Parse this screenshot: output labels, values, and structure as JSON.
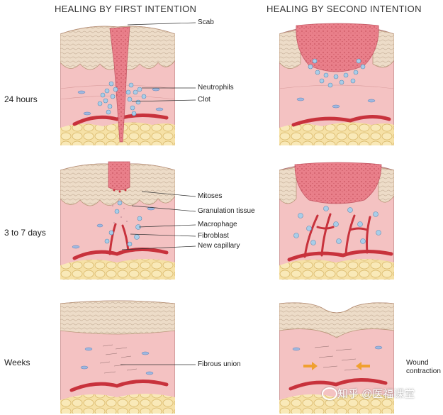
{
  "columns": {
    "first": "HEALING BY FIRST INTENTION",
    "second": "HEALING BY SECOND INTENTION"
  },
  "rows": [
    "24 hours",
    "3 to 7 days",
    "Weeks"
  ],
  "callouts": {
    "scab": "Scab",
    "neutrophils": "Neutrophils",
    "clot": "Clot",
    "mitoses": "Mitoses",
    "granulation_tissue": "Granulation tissue",
    "macrophage": "Macrophage",
    "fibroblast": "Fibroblast",
    "new_capillary": "New capillary",
    "fibrous_union": "Fibrous union",
    "wound_contraction": "Wound\ncontraction"
  },
  "watermark": "知乎 @医福课堂",
  "colors": {
    "dermis": "#f4c2c2",
    "epidermis": "#e8d6c2",
    "scab": "#e97f8a",
    "neutrophil": "#a9cde8",
    "vessel": "#c8323c",
    "fat": "#f6e1a6",
    "arrow": "#f0a030"
  }
}
